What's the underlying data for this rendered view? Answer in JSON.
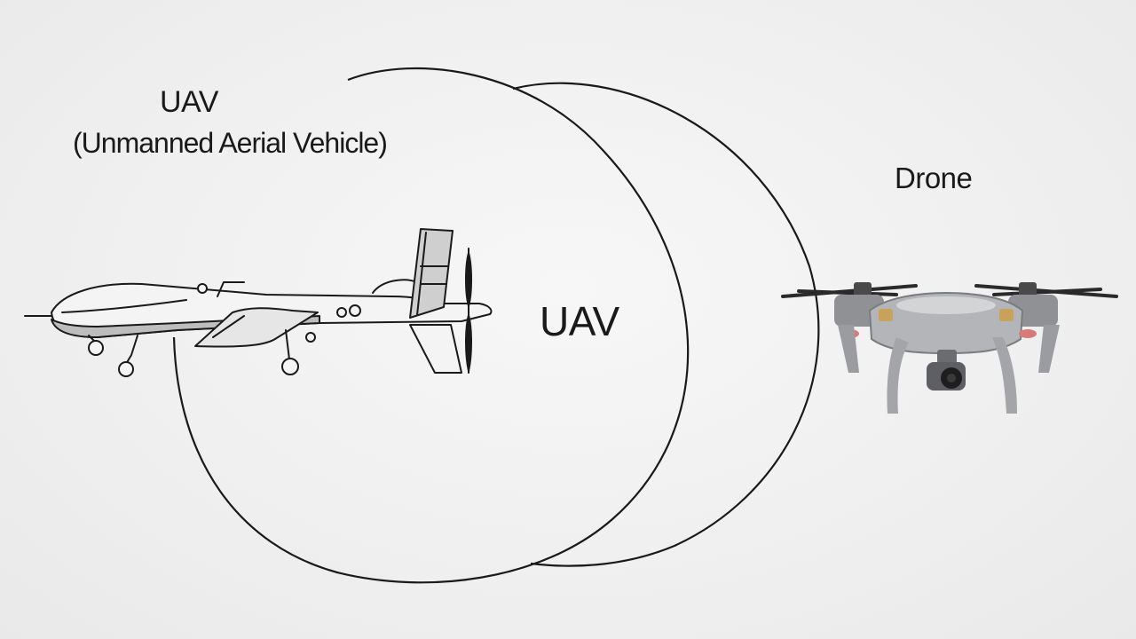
{
  "labels": {
    "uav_title": "UAV",
    "uav_full_name": "(Unmanned Aerial Vehicle)",
    "overlap_label": "UAV",
    "drone_label": "Drone"
  },
  "illustrations": {
    "left": "fixed-wing-uav-drawing",
    "right": "quadcopter-drone-photo"
  },
  "colors": {
    "background": "#efefef",
    "line": "#1a1a1a",
    "drone_body": "#a9abae",
    "drone_accent": "#c8a15a"
  }
}
